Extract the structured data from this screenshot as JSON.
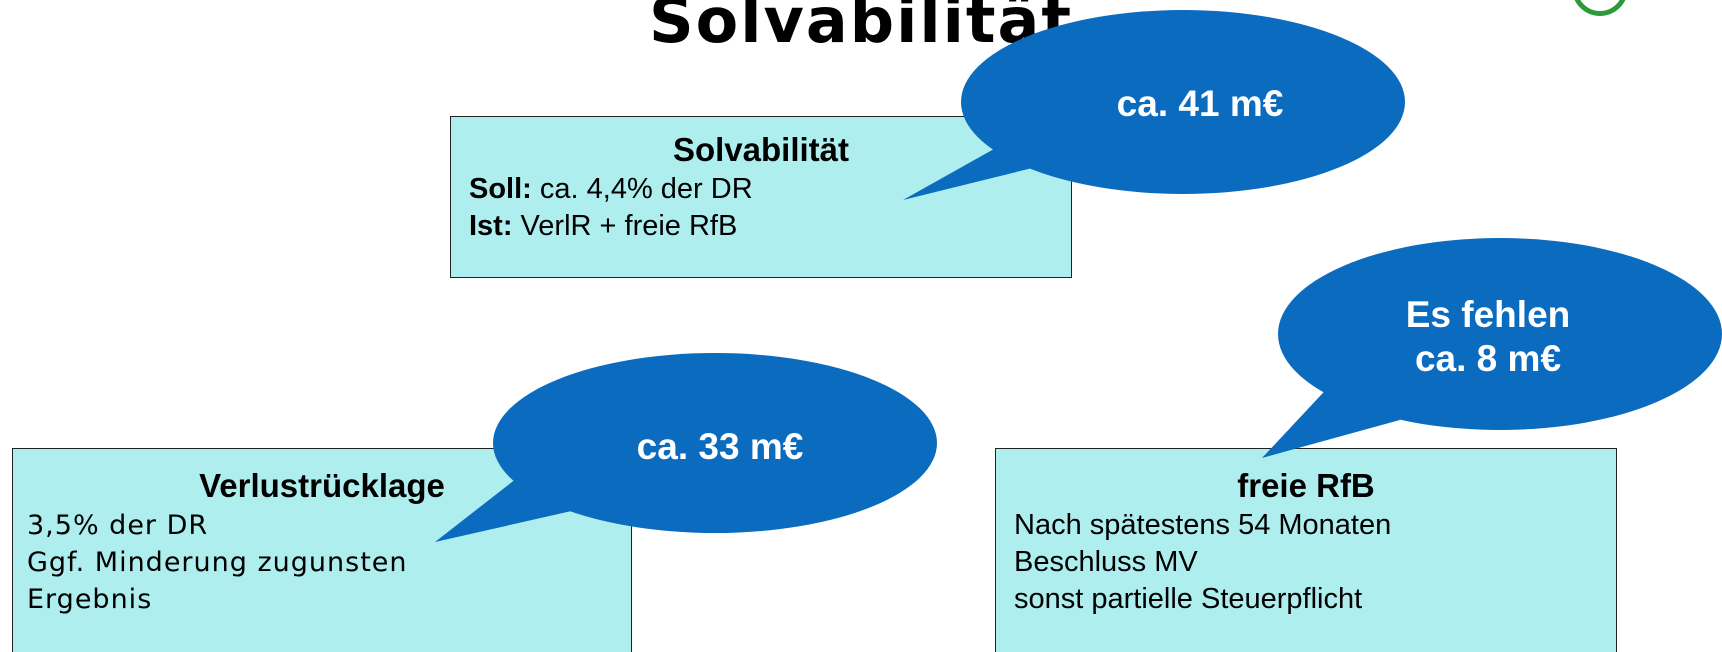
{
  "title": "Solvabilität",
  "colors": {
    "box_fill": "#aeeeee",
    "bubble_fill": "#0b6bbf",
    "logo_ring": "#2d9a3a"
  },
  "solvabilitaet": {
    "heading": "Solvabilität",
    "soll_label": "Soll:",
    "soll_text": " ca. 4,4% der DR",
    "ist_label": "Ist:",
    "ist_text": " VerlR + freie RfB",
    "bubble": "ca. 41 m€"
  },
  "verlustruecklage": {
    "heading": "Verlustrücklage",
    "lines": [
      "3,5% der DR",
      "Ggf. Minderung zugunsten",
      "Ergebnis"
    ],
    "bubble": "ca. 33 m€"
  },
  "freie_rfb": {
    "heading": "freie RfB",
    "lines": [
      "Nach spätestens 54 Monaten",
      "Beschluss MV",
      "sonst partielle Steuerpflicht"
    ],
    "bubble_line1": "Es fehlen",
    "bubble_line2": "ca. 8 m€"
  }
}
